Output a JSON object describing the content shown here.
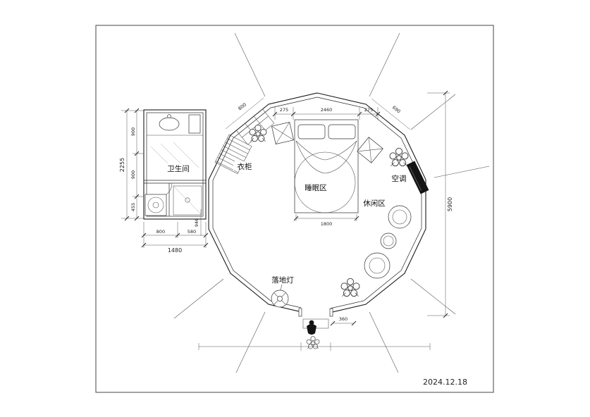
{
  "labels": {
    "bathroom": "卫生间",
    "wardrobe": "衣柜",
    "sleeping_area": "睡眠区",
    "leisure_area": "休闲区",
    "air_conditioner": "空调",
    "floor_lamp": "落地灯"
  },
  "dims": {
    "left_total": "2255",
    "left_seg_a": "900",
    "left_seg_b": "900",
    "left_seg_c": "455",
    "bath_width_total": "1480",
    "bath_width_a": "800",
    "bath_width_b": "580",
    "diameter": "5900",
    "bed_width": "1800",
    "edge_top_left": "800",
    "top_seg_a": "275",
    "top_seg_mid": "2460",
    "top_seg_b": "275",
    "edge_top_right": "690",
    "entrance_width": "360",
    "bath_side": "946"
  },
  "date": "2024.12.18"
}
